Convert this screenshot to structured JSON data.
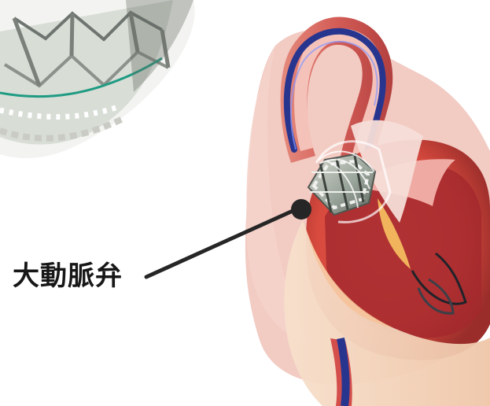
{
  "annotation": {
    "label": "大動脈弁"
  },
  "illustration": {
    "subject": "heart-with-transcatheter-valve",
    "inset": "valve-stent-closeup"
  },
  "colors": {
    "callout_line": "#262626",
    "aorta": "#d35c56",
    "aorta_inner": "#f3c7bf",
    "heart_muscle": "#d84a3e",
    "catheter": "#27358f",
    "pericardium": "#f3d2b8"
  }
}
